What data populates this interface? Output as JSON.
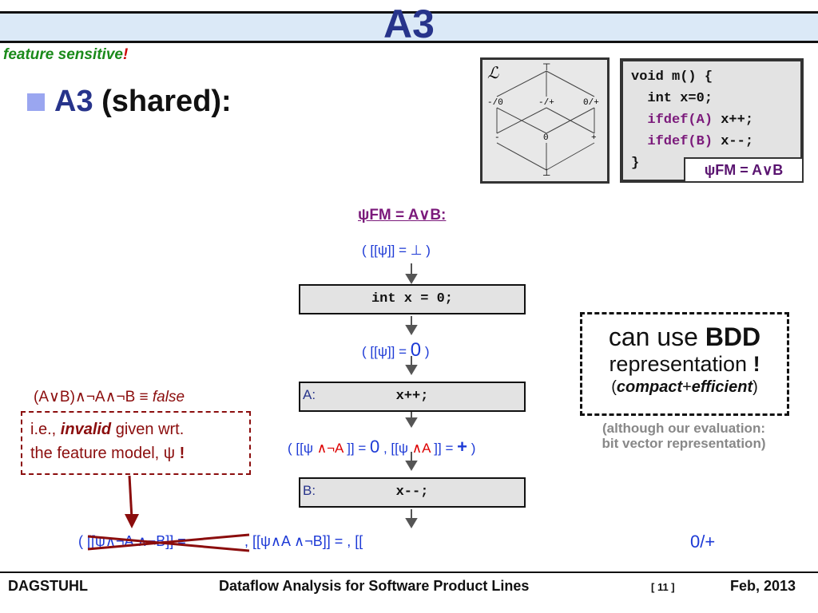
{
  "header": {
    "title": "A3",
    "subtitle": "feature sensitive",
    "subtitle_bang": "!"
  },
  "heading": {
    "a3": "A3",
    "rest": " (shared):"
  },
  "lattice": {
    "symbol": "ℒ",
    "top": "⊤",
    "left_label": "-/0",
    "mid_label": "-/+",
    "right_label": "0/+",
    "minus": "-",
    "zero": "0",
    "plus": "+",
    "bottom": "⊥"
  },
  "code": {
    "line1": "void m() {",
    "line2": "  int x=0;",
    "line3_kw": "  ifdef(A)",
    "line3_rest": " x++;",
    "line4_kw": "  ifdef(B)",
    "line4_rest": " x--;",
    "line5": "}"
  },
  "psi_box": "ψFM = A∨B",
  "flow": {
    "header": "ψFM = A∨B:",
    "state1": "( [[ψ]] = ⊥ )",
    "stmt1": "int x = 0;",
    "state2_pre": "( [[ψ]] = ",
    "state2_val": "0",
    "state2_post": " )",
    "stmt2_label": "A:",
    "stmt2_code": "x++;",
    "state3_a": "( [[ψ ",
    "state3_a_red": "∧¬A",
    "state3_b": " ]] = ",
    "state3_c": "0",
    "state3_d": " , [[ψ ",
    "state3_d_red": "∧A",
    "state3_e": " ]] = ",
    "state3_f": "+",
    "state3_g": " )",
    "stmt3_label": "B:",
    "stmt3_code": "x--;",
    "state4_left": "( [[ψ∧¬A ∧¬B]] = ",
    "state4_mid": ", [[ψ∧A ∧¬B]] = , [[",
    "state4_right": "0/+"
  },
  "bdd": {
    "line1_pre": "can use ",
    "line1_bold": "BDD",
    "line2": "representation ",
    "line2_bang": "!",
    "line3_open": "(",
    "line3_b1": "compact",
    "line3_plus": "+",
    "line3_b2": "efficient",
    "line3_close": ")"
  },
  "eval_note": {
    "line1": "(although our evaluation:",
    "line2": "bit vector representation)"
  },
  "invalid": {
    "eq_pre": "(A∨B)∧¬A∧¬B  ≡  ",
    "eq_false": "false",
    "line1_pre": "i.e., ",
    "line1_bold": "invalid",
    "line1_post": " given wrt.",
    "line2": "the feature model, ψ ",
    "line2_bang": "!"
  },
  "footer": {
    "left": "DAGSTUHL",
    "center": "Dataflow Analysis for Software Product Lines",
    "page": "[ 11 ]",
    "date": "Feb, 2013"
  }
}
